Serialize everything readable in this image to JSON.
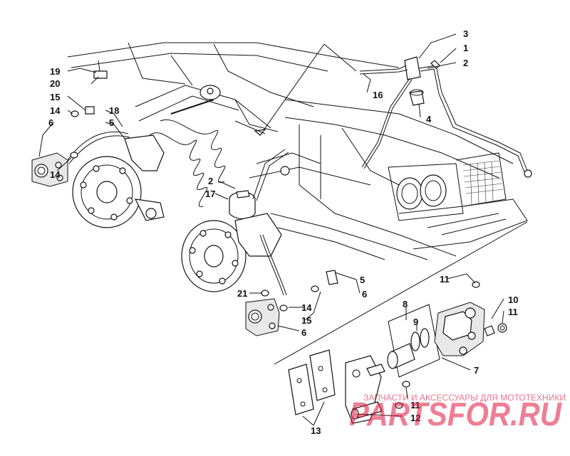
{
  "callouts": {
    "c3": "3",
    "c1": "1",
    "c2a": "2",
    "c16": "16",
    "c4": "4",
    "c19": "19",
    "c20": "20",
    "c15a": "15",
    "c14a": "14",
    "c18": "18",
    "c5a": "5",
    "c6a": "6",
    "c14b": "14",
    "c2b": "2",
    "c17": "17",
    "c5b": "5",
    "c6b": "6",
    "c21": "21",
    "c14c": "14",
    "c15b": "15",
    "c6c": "6",
    "c11a": "11",
    "c10": "10",
    "c11b": "11",
    "c8": "8",
    "c9": "9",
    "c7": "7",
    "c11c": "11",
    "c12": "12",
    "c13": "13"
  },
  "watermark": {
    "text": "PARTSFOR.RU",
    "subtext": "ЗАПЧАСТИ И АКСЕССУАРЫ ДЛЯ МОТОТЕХНИКИ"
  },
  "colors": {
    "line": "#111111",
    "watermark": "#e0143c"
  }
}
